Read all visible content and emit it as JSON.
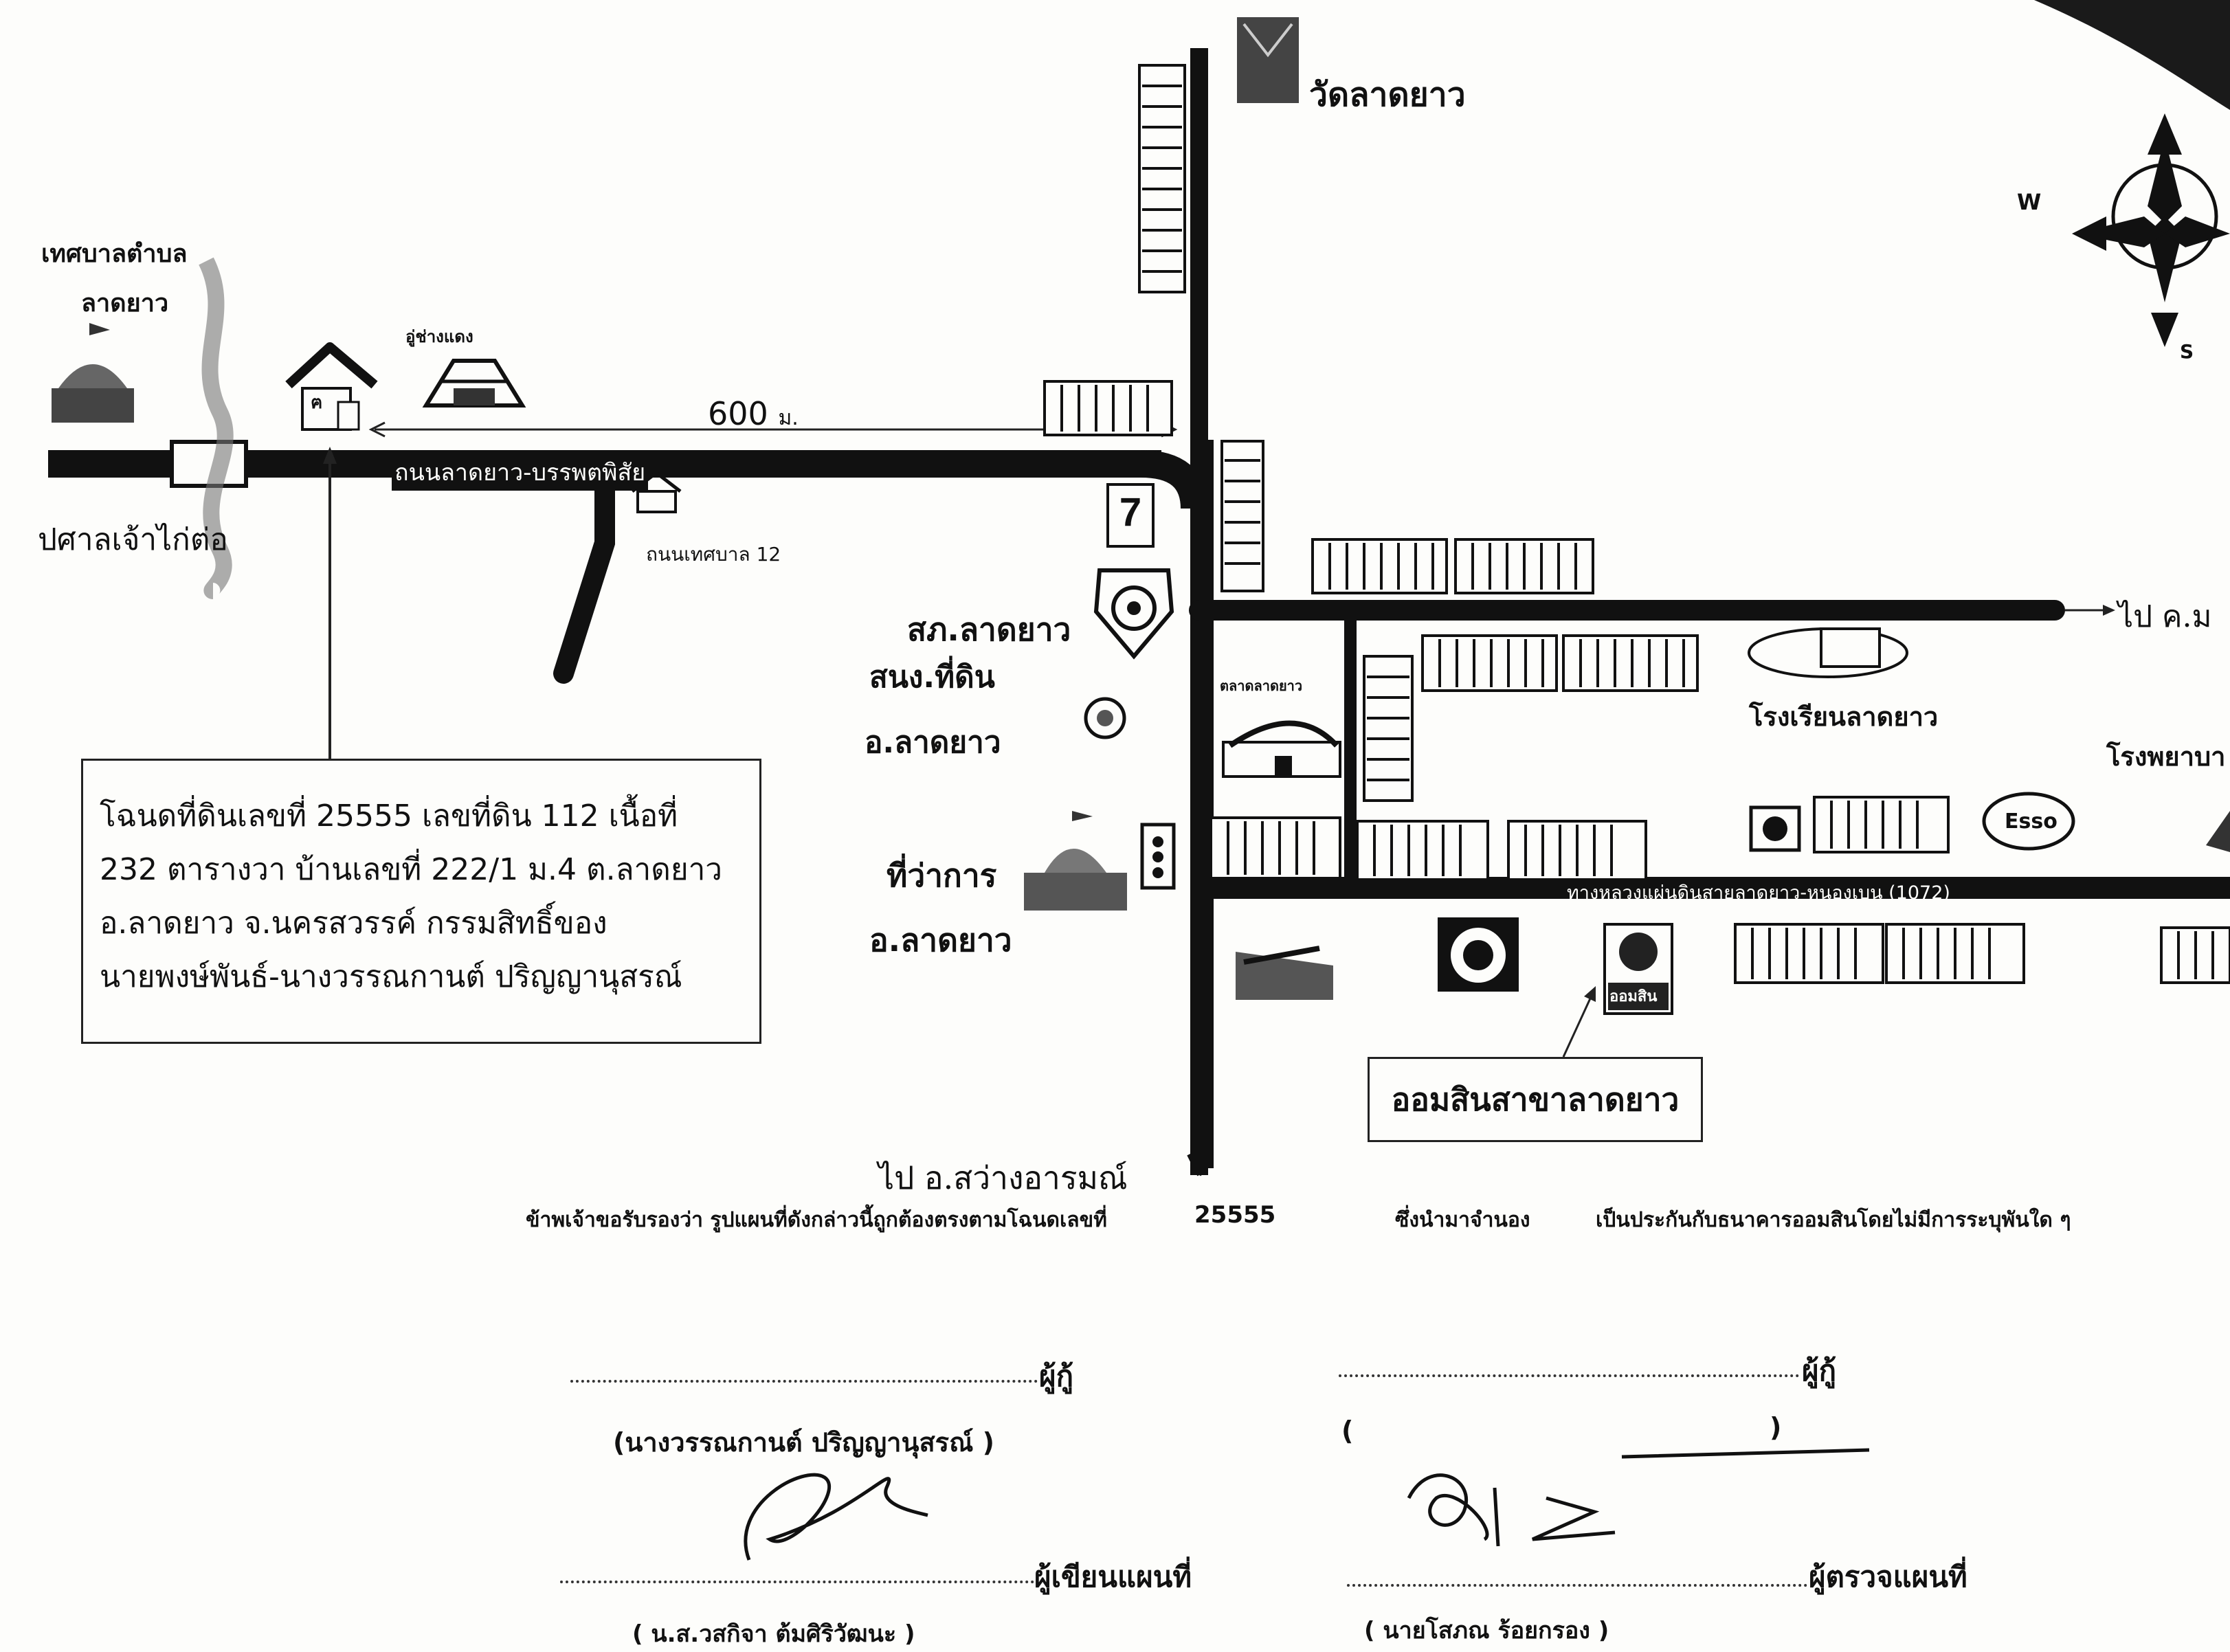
{
  "places": {
    "temple": "วัดลาดยาว",
    "municipality_line1": "เทศบาลตำบล",
    "municipality_line2": "ลาดยาว",
    "shrine": "ปศาลเจ้าไก่ต่อ",
    "landmark_top": "อู่ช่างแดง",
    "distance": "600",
    "distance_unit": "ม.",
    "main_road": "ถนนลาดยาว-บรรพตพิสัย",
    "muni_road": "ถนนเทศบาล 12",
    "police_line1": "สภ.ลาดยาว",
    "land_office_line1": "สนง.ที่ดิน",
    "land_office_line2": "อ.ลาดยาว",
    "district_office_line1": "ที่ว่าการ",
    "district_office_line2": "อ.ลาดยาว",
    "market": "ตลาดลาดยาว",
    "school": "โรงเรียนลาดยาว",
    "hospital": "โรงพยาบา",
    "to_east": "ไป ค.ม",
    "highway": "ทางหลวงแผ่นดินสายลาดยาว-หนองเบน (1072)",
    "to_south": "ไป อ.สว่างอารมณ์",
    "bank_logo": "ออมสิน",
    "bank_branch": "ออมสินสาขาลาดยาว",
    "esso": "Esso",
    "seven_eleven": "7",
    "house_mark": "ฅ"
  },
  "compass": {
    "west": "W",
    "south": "S"
  },
  "deed": {
    "line1": "โฉนดที่ดินเลขที่  25555 เลขที่ดิน 112 เนื้อที่",
    "line2": "232 ตารางวา บ้านเลขที่ 222/1 ม.4 ต.ลาดยาว",
    "line3": "อ.ลาดยาว จ.นครสวรรค์ กรรมสิทธิ์ของ",
    "line4": "นายพงษ์พันธ์-นางวรรณกานต์ ปริญญานุสรณ์"
  },
  "statement": {
    "part1": "ข้าพเจ้าขอรับรองว่า รูปแผนที่ดังกล่าวนี้ถูกต้องตรงตามโฉนดเลขที่",
    "deed_number": "25555",
    "part2": "ซึ่งนำมาจำนอง",
    "part3": "เป็นประกันกับธนาคารออมสินโดยไม่มีการระบุพันใด ๆ"
  },
  "signatures": {
    "borrower_role_left": "ผู้กู้",
    "borrower_role_right": "ผู้กู้",
    "borrower_name_left": "(นางวรรณกานต์ ปริญญานุสรณ์ )",
    "borrower_name_right_open": "(",
    "borrower_name_right_close": ")",
    "drafter_role": "ผู้เขียนแผนที่",
    "inspector_role": "ผู้ตรวจแผนที่",
    "drafter_name": "(  น.ส.วสกิจา ต้มศิริวัฒนะ      )",
    "inspector_name": "(      นายโสภณ ร้อยกรอง         )"
  }
}
